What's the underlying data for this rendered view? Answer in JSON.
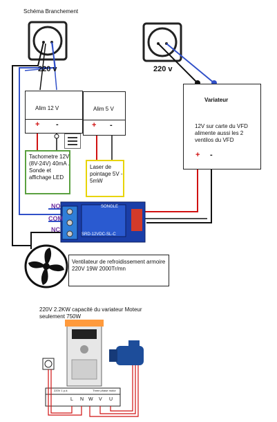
{
  "title": "Schéma Branchement",
  "outlet_left_label": "220 v",
  "outlet_right_label": "220 v",
  "alim12": "Alim 12 V",
  "alim5": "Alim 5 V",
  "variateur_title": "Variateur",
  "variateur_text": "12V sur carte du VFD alimente aussi les 2 ventilos du VFD",
  "tacho_text": "Tachometre 12V (8V-24V) 40mA . Sonde et affichage LED",
  "laser_text": "Laser de pointage 5V - 5mW",
  "relay_brand": "SONGLE",
  "relay_model": "SRD-12VDC-SL-C",
  "relay_terminals": [
    "NO",
    "COM",
    "NC"
  ],
  "fan_text": "Ventilateur de refroidissement armoire 220V 19W 2000Tr/mn",
  "bottom_caption": "220V 2.2KW capacité du variateur Moteur seulement 750W",
  "terminal_labels": [
    "L",
    "N",
    "W",
    "V",
    "U"
  ],
  "strip_left": "220V 1 p.d.",
  "strip_right": "Three phase motor",
  "polarity_plus": "+",
  "polarity_minus": "-"
}
